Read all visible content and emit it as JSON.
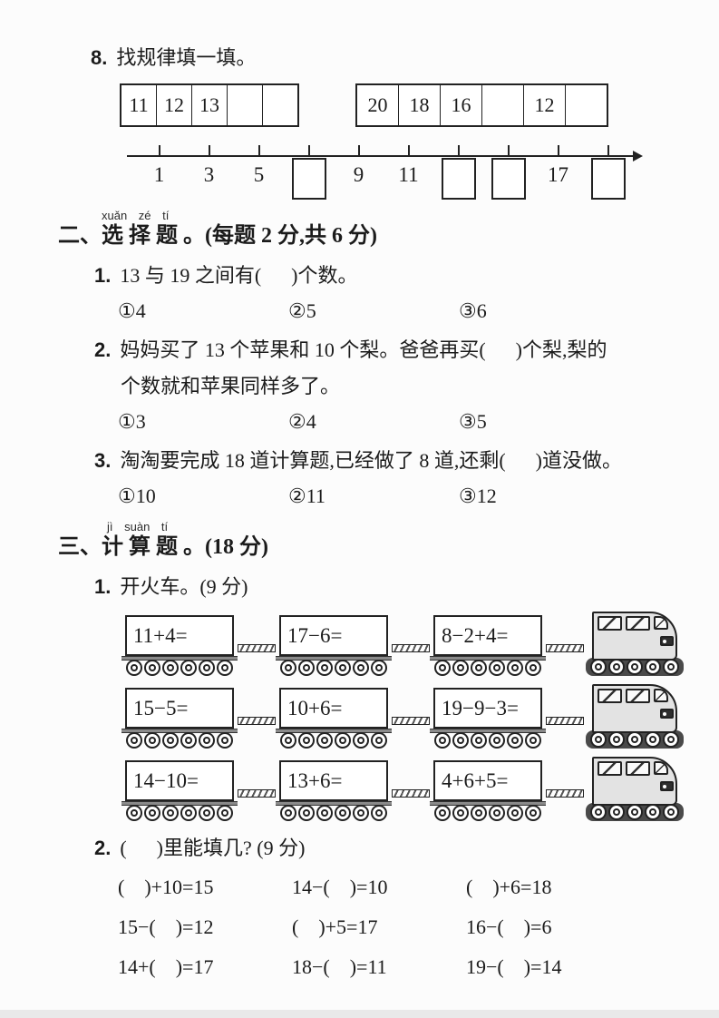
{
  "q8": {
    "number": "8.",
    "title": "找规律填一填。",
    "tables": [
      {
        "cells": [
          "11",
          "12",
          "13",
          "",
          ""
        ]
      },
      {
        "cells": [
          "20",
          "18",
          "16",
          "",
          "12",
          ""
        ]
      }
    ],
    "numberline": {
      "labels": [
        "1",
        "3",
        "5",
        "",
        "9",
        "11",
        "",
        "",
        "17",
        ""
      ]
    }
  },
  "section2": {
    "pinyin": "xuǎn zé tí",
    "heading": "二、选 择 题 。(每题 2 分,共 6 分)",
    "questions": [
      {
        "num": "1.",
        "text": "13 与 19 之间有(      )个数。",
        "options": [
          "①4",
          "②5",
          "③6"
        ]
      },
      {
        "num": "2.",
        "line1": "妈妈买了 13 个苹果和 10 个梨。爸爸再买(      )个梨,梨的",
        "line2": "个数就和苹果同样多了。",
        "options": [
          "①3",
          "②4",
          "③5"
        ]
      },
      {
        "num": "3.",
        "text": "淘淘要完成 18 道计算题,已经做了 8 道,还剩(      )道没做。",
        "options": [
          "①10",
          "②11",
          "③12"
        ]
      }
    ]
  },
  "section3": {
    "pinyin": "jì suàn tí",
    "heading": "三、计 算 题 。(18 分)",
    "q1": {
      "num": "1.",
      "title": "开火车。(9 分)"
    },
    "trains": [
      {
        "cars": [
          "11+4=",
          "17−6=",
          "8−2+4="
        ]
      },
      {
        "cars": [
          "15−5=",
          "10+6=",
          "19−9−3="
        ]
      },
      {
        "cars": [
          "14−10=",
          "13+6=",
          "4+6+5="
        ]
      }
    ],
    "q2": {
      "num": "2.",
      "title": "(      )里能填几? (9 分)",
      "rows": [
        [
          "(    )+10=15",
          "14−(    )=10",
          "(    )+6=18"
        ],
        [
          "15−(    )=12",
          "(    )+5=17",
          "16−(    )=6"
        ],
        [
          "14+(    )=17",
          "18−(    )=11",
          "19−(    )=14"
        ]
      ]
    }
  }
}
